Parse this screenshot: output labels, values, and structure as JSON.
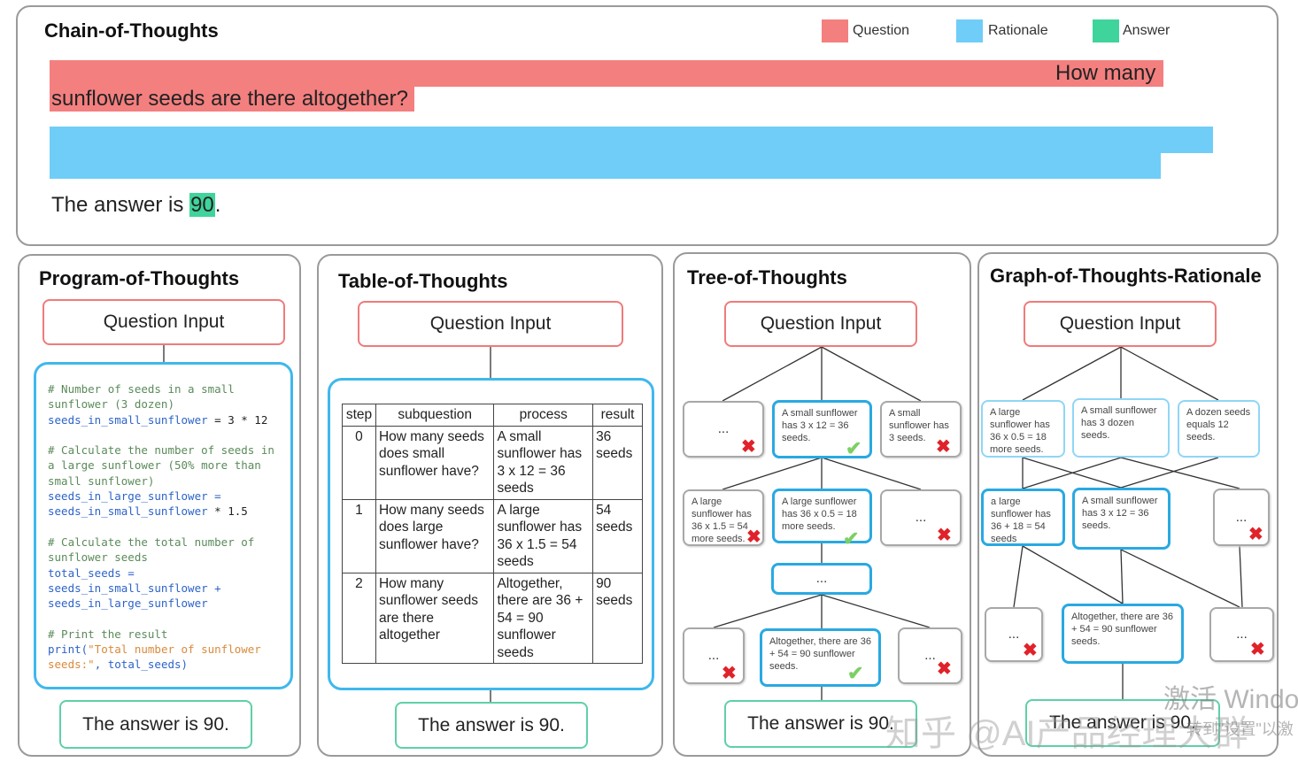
{
  "top": {
    "title": "Chain-of-Thoughts",
    "legend": [
      {
        "label": "Question",
        "color": "#f47f7f"
      },
      {
        "label": "Rationale",
        "color": "#6fcdf8"
      },
      {
        "label": "Answer",
        "color": "#3fd49c"
      }
    ],
    "question_part1": "How many",
    "question_part2": "sunflower seeds are there altogether?",
    "answer_prefix": "The answer is ",
    "answer_value": "90",
    "answer_suffix": "."
  },
  "pot": {
    "title": "Program-of-Thoughts",
    "question": "Question Input",
    "answer": "The answer is 90.",
    "code": {
      "c1a": "# Number of seeds in a small",
      "c1b": "sunflower (3 dozen)",
      "v1": "seeds_in_small_sunflower",
      "e1": " = 3 * 12",
      "c2a": "# Calculate the number of seeds in",
      "c2b": "a large sunflower (50% more than",
      "c2c": "small sunflower)",
      "v2a": "seeds_in_large_sunflower =",
      "v2b": "seeds_in_small_sunflower",
      "e2": " * 1.5",
      "c3a": "# Calculate the total number of",
      "c3b": "sunflower seeds",
      "v3a": "total_seeds =",
      "v3b": "seeds_in_small_sunflower +",
      "v3c": "seeds_in_large_sunflower",
      "c4": "# Print the result",
      "p1": "print(",
      "s1": "\"Total number of sunflower",
      "s2": "seeds:\"",
      "p2": ", total_seeds)"
    }
  },
  "tot": {
    "title": "Table-of-Thoughts",
    "question": "Question Input",
    "answer": "The answer is 90.",
    "columns": [
      "step",
      "subquestion",
      "process",
      "result"
    ],
    "rows": [
      {
        "step": "0",
        "subq": "How many seeds does small sunflower have?",
        "process": "A small sunflower has 3 x 12 = 36 seeds",
        "result": "36 seeds"
      },
      {
        "step": "1",
        "subq": "How many seeds does large sunflower have?",
        "process": "A large sunflower has 36 x 1.5 = 54 seeds",
        "result": "54 seeds"
      },
      {
        "step": "2",
        "subq": "How many sunflower seeds are there altogether",
        "process": "Altogether, there are 36 + 54 = 90 sunflower seeds",
        "result": "90 seeds"
      }
    ]
  },
  "tree": {
    "title": "Tree-of-Thoughts",
    "question": "Question Input",
    "answer": "The answer is 90.",
    "l1_mid": "A small sunflower has 3 x 12 = 36 seeds.",
    "l1_right": "A small sunflower has 3 seeds.",
    "l2_left": "A large sunflower has 36 x 1.5 = 54 more seeds.",
    "l2_mid": "A large sunflower has 36 x 0.5 = 18 more seeds.",
    "l4_mid": "Altogether, there are 36 + 54 = 90 sunflower seeds.",
    "dots": "...",
    "dots_center": "..."
  },
  "graph": {
    "title": "Graph-of-Thoughts-Rationale",
    "question": "Question Input",
    "answer": "The answer is 90.",
    "n1": "A large sunflower has 36 x 0.5 = 18 more seeds.",
    "n2": "A small sunflower has 3 dozen seeds.",
    "n3": "A dozen seeds equals 12 seeds.",
    "n4": "a large sunflower has 36 + 18 = 54 seeds",
    "n5": "A small sunflower has 3 x 12 = 36 seeds.",
    "n6": "Altogether, there are 36 + 54 = 90 sunflower seeds.",
    "dots": "..."
  },
  "watermark": {
    "line1": "激活 Windo",
    "line2": "知乎 @AI产品经理大群",
    "line3": "转到\"设置\"以激"
  }
}
